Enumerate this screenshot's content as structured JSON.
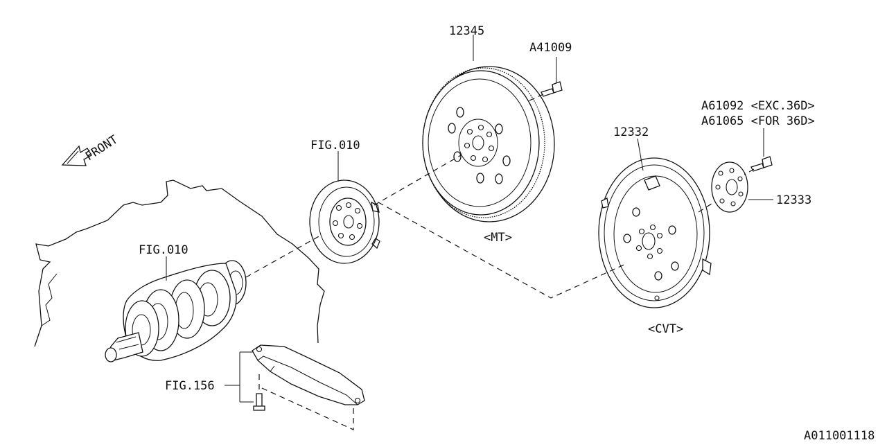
{
  "diagram": {
    "front_label": "FRONT",
    "labels": {
      "fig010_crank": "FIG.010",
      "fig010_plate": "FIG.010",
      "fig156": "FIG.156",
      "p12345": "12345",
      "pA41009": "A41009",
      "p12332": "12332",
      "pA61092": "A61092 <EXC.36D>",
      "pA61065": "A61065 <FOR 36D>",
      "p12333": "12333",
      "mt_variant": "<MT>",
      "cvt_variant": "<CVT>",
      "drawing_code": "A011001118"
    }
  }
}
